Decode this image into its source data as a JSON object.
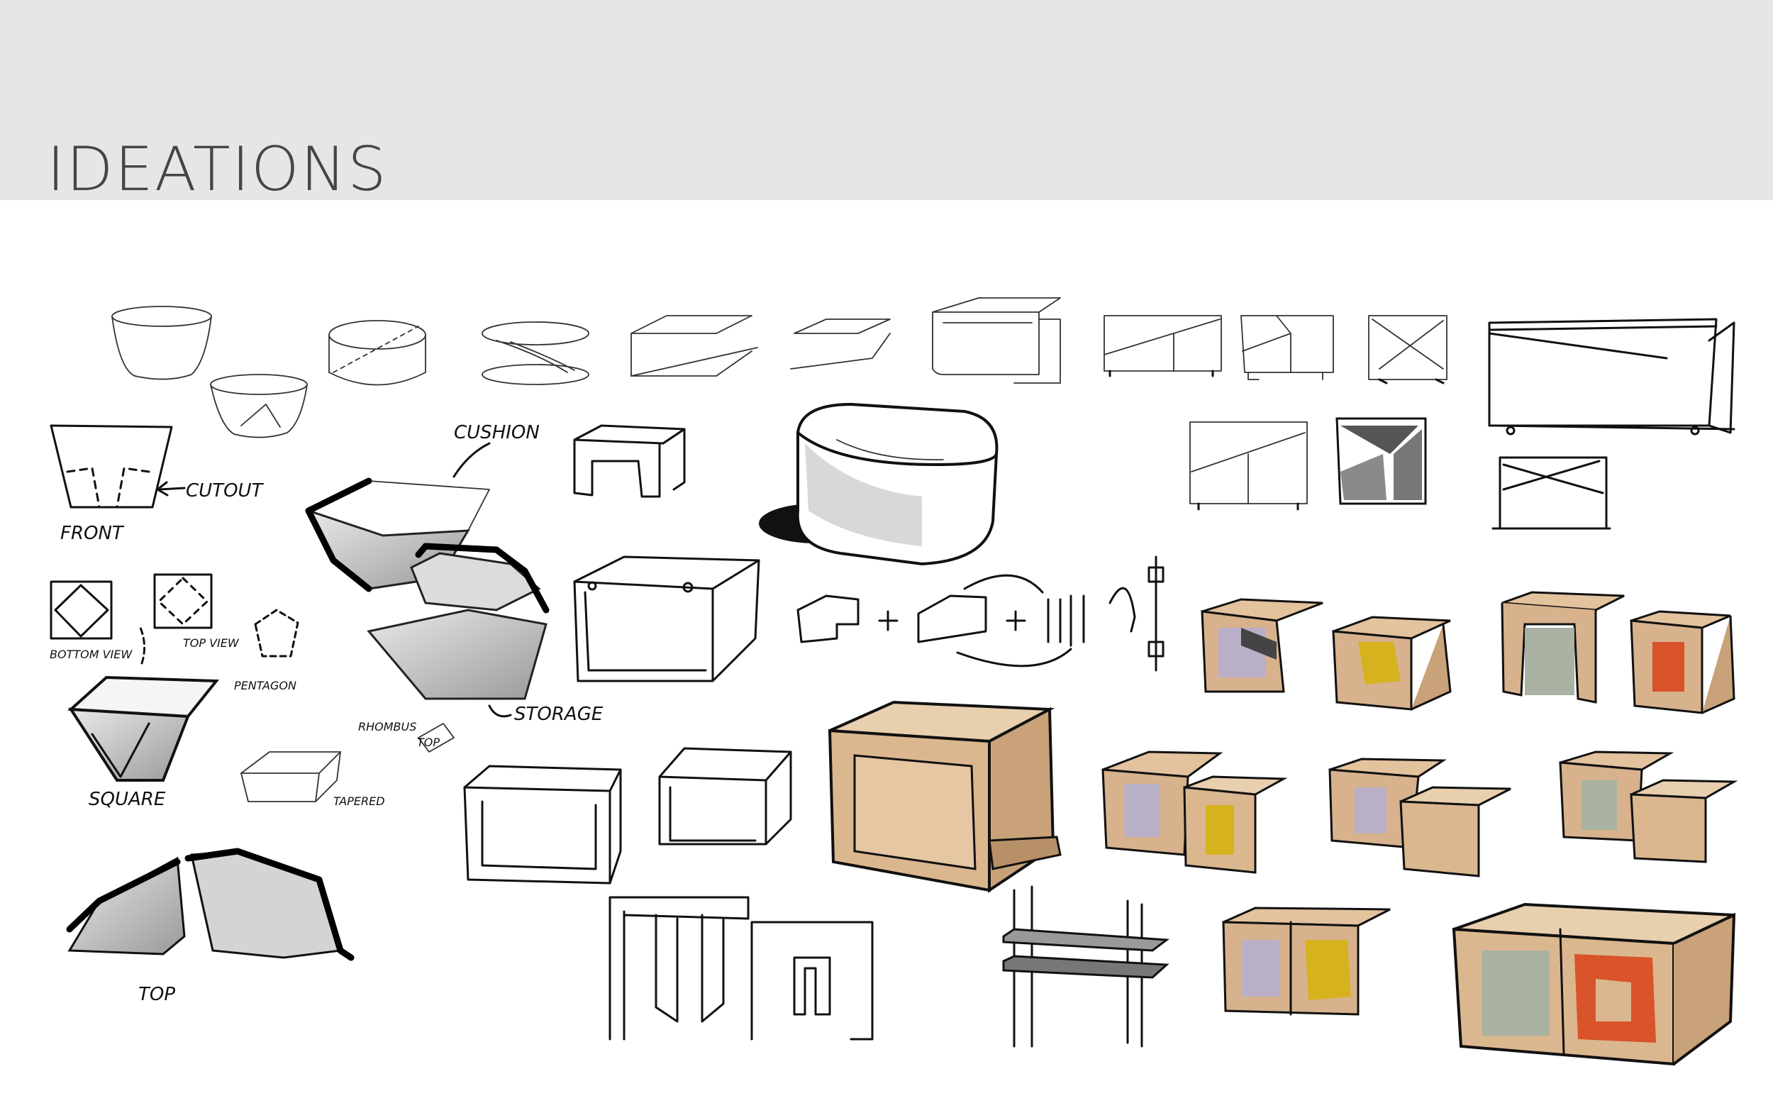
{
  "page": {
    "title": "IDEATIONS"
  },
  "annotations": {
    "cutout": "CUTOUT",
    "front": "FRONT",
    "bottom_view": "BOTTOM VIEW",
    "top_view": "TOP VIEW",
    "pentagon": "PENTAGON",
    "square": "SQUARE",
    "cushion": "CUSHION",
    "storage": "STORAGE",
    "rhombus": "RHOMBUS",
    "rhombus_top": "TOP",
    "tapered": "TAPERED",
    "top": "TOP"
  },
  "colors": {
    "header_bg": "#e6e6e6",
    "title": "#454545",
    "wood": "#e3c29e",
    "wood_dark": "#c9a27a",
    "yellow": "#d6b21e",
    "orange": "#d9532b",
    "lilac": "#b9b0c8",
    "sage": "#a9b2a3",
    "grey_marker": "#bdbdbd"
  }
}
